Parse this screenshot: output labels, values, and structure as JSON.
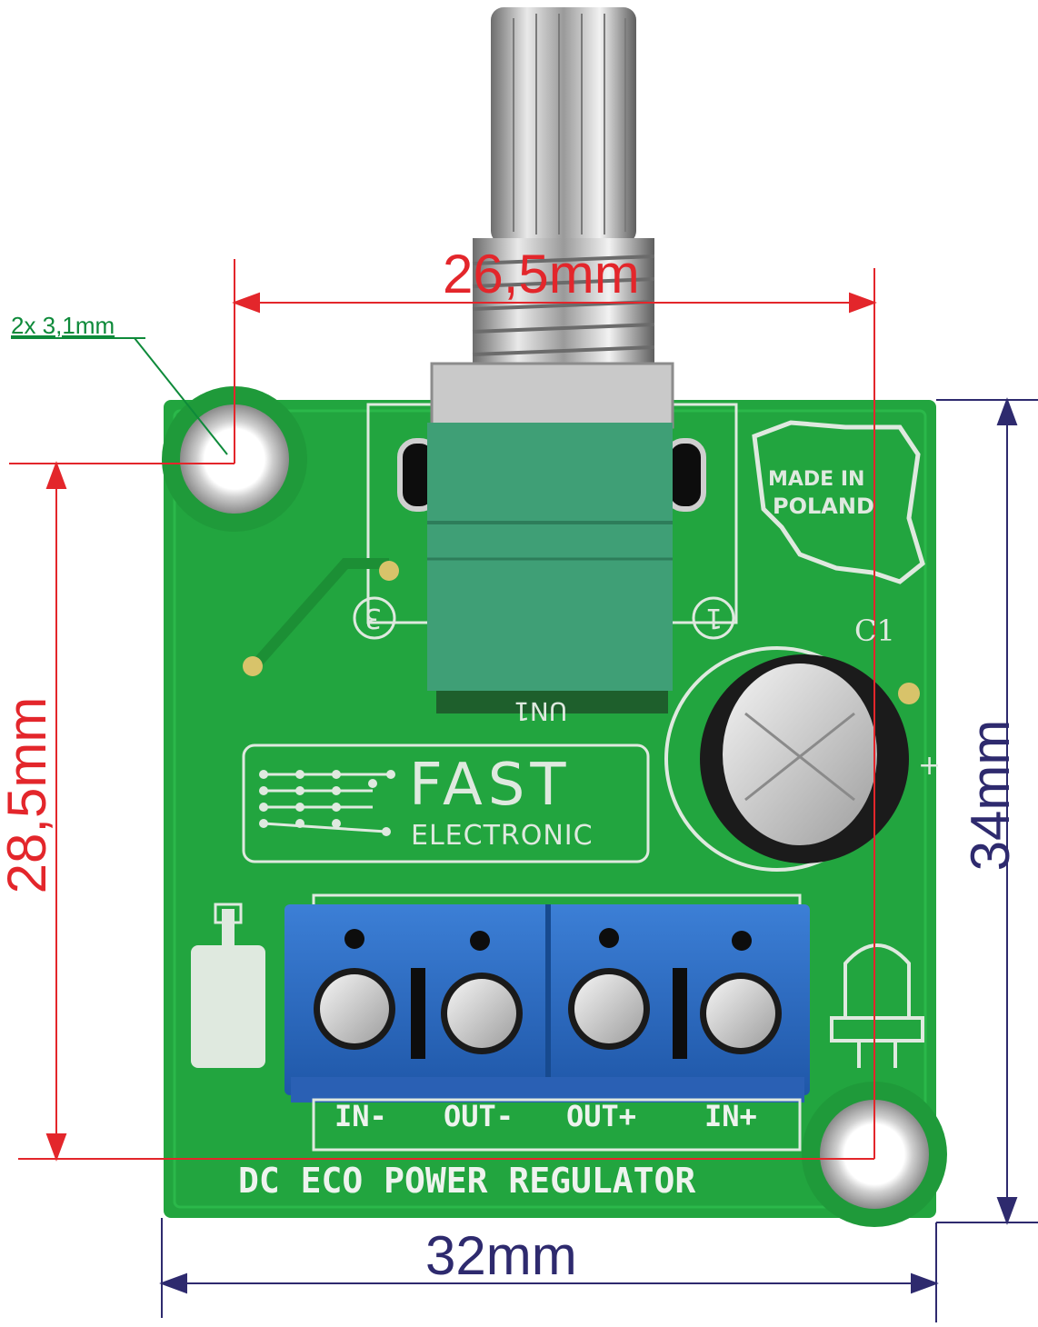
{
  "dimensions": {
    "mount_holes": "2x 3,1mm",
    "hole_spacing_h": "26,5mm",
    "hole_spacing_v": "28,5mm",
    "board_width": "32mm",
    "board_height": "34mm"
  },
  "board": {
    "brand_main": "FAST",
    "brand_sub": "ELECTRONIC",
    "origin_line1": "MADE IN",
    "origin_line2": "POLAND",
    "capacitor_ref": "C1",
    "pot_ref": "UN1",
    "pin_label_3": "3",
    "pin_label_1": "1",
    "plus_mark": "+",
    "product_name": "DC ECO POWER REGULATOR",
    "terminal_labels": [
      "IN-",
      "OUT-",
      "OUT+",
      "IN+"
    ]
  },
  "colors": {
    "pcb_green": "#22a53f",
    "terminal_blue": "#2a6bc4",
    "dimension_red": "#e3262b",
    "dimension_navy": "#2e2a6e",
    "note_green": "#0e8a3a"
  }
}
